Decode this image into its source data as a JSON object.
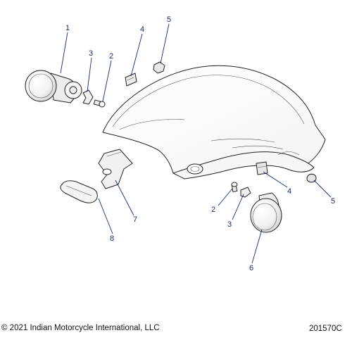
{
  "callouts": {
    "c1": "1",
    "c2a": "2",
    "c3a": "3",
    "c4a": "4",
    "c5a": "5",
    "c2b": "2",
    "c3b": "3",
    "c4b": "4",
    "c5b": "5",
    "c6": "6",
    "c7": "7",
    "c8": "8"
  },
  "footer": {
    "copyright": "© 2021 Indian Motorcycle International, LLC",
    "figure_id": "201570C"
  },
  "colors": {
    "callout": "#1a2a6c",
    "outline": "#222222"
  }
}
